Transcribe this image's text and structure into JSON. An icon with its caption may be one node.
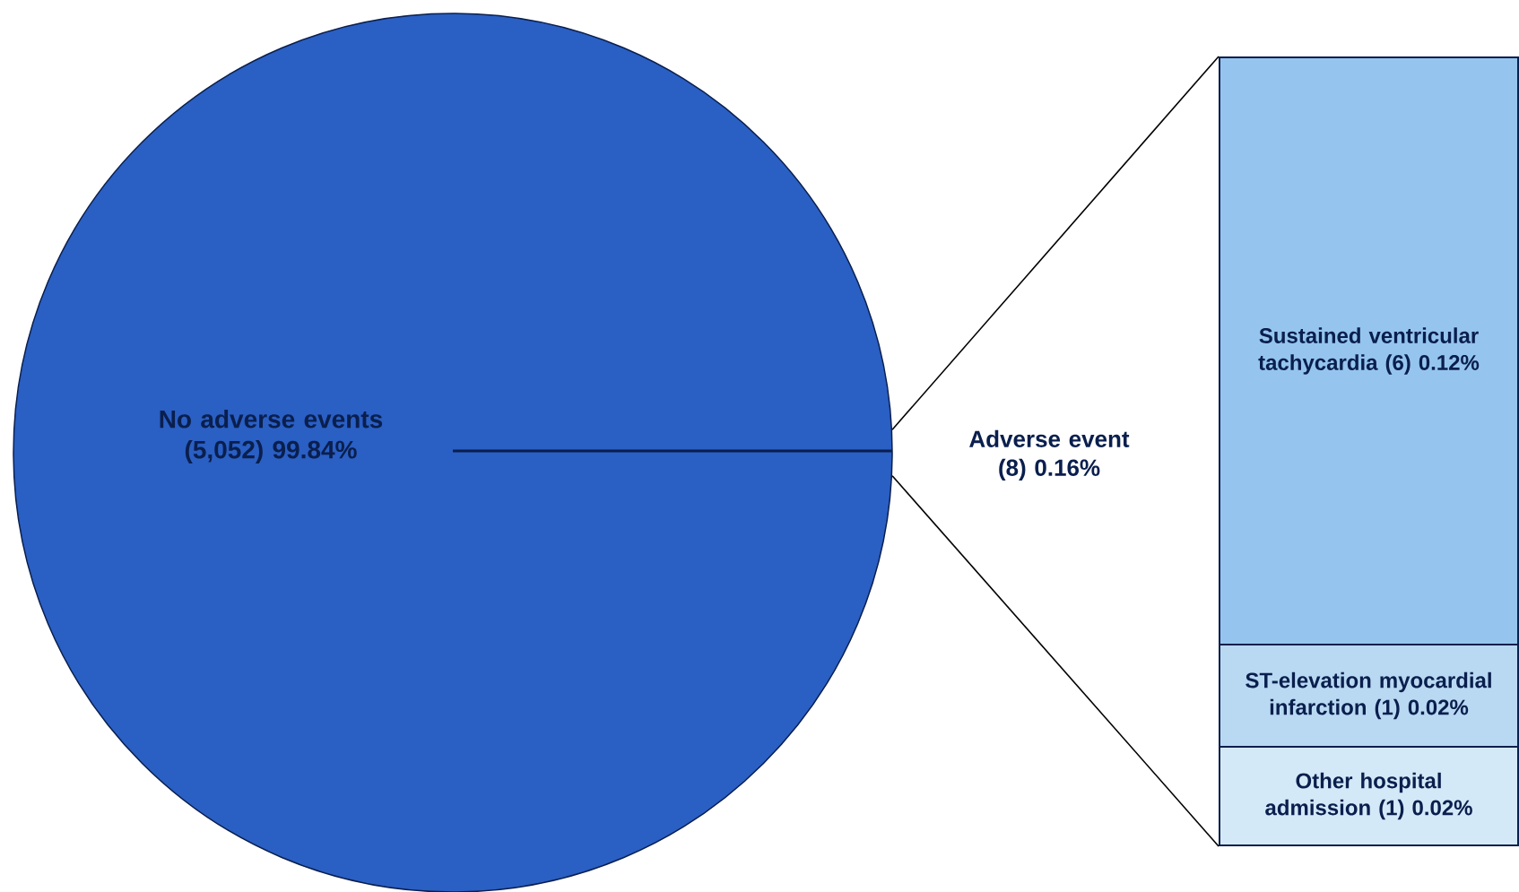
{
  "diagram": {
    "nodes": [
      {
        "text": [
          "No adverse events (5,052) 99.84%"
        ]
      },
      {
        "text": [
          "Sustained ventricular tachycardia (6) 0.12%"
        ]
      },
      {
        "text": [
          "ST-elevation myocardial infarction (1) 0.02%"
        ]
      },
      {
        "text": [
          "Other hospital admission (1) 0.02%"
        ]
      }
    ],
    "edges": [
      {
        "from": 0,
        "to": 1,
        "arrow": "none"
      },
      {
        "from": 0,
        "to": 3,
        "arrow": "none"
      }
    ],
    "labels": [
      "Adverse event (8) 0.16%"
    ]
  }
}
